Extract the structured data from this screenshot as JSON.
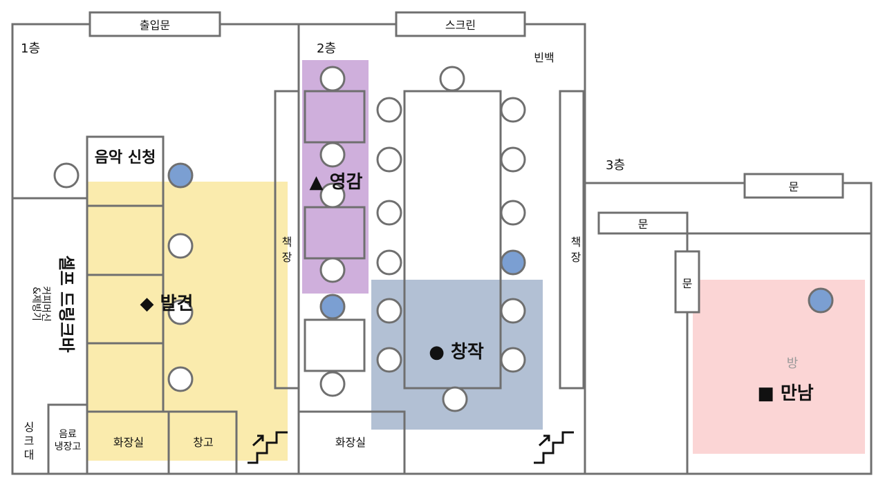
{
  "floors": {
    "floor1": "1층",
    "floor2": "2층",
    "floor3": "3층"
  },
  "labels": {
    "entrance": "출입문",
    "screen": "스크린",
    "blank": "빈백",
    "music_request": "음악 신청",
    "self_drink_bar": "셀프 드링크바",
    "coffee_ice": "커피머신",
    "ice_maker": "&제빙기",
    "sink_1": "싱",
    "sink_2": "크",
    "sink_3": "대",
    "fridge_1": "음료",
    "fridge_2": "냉장고",
    "restroom_1": "화장실",
    "storage": "창고",
    "bookshelf_1a": "책",
    "bookshelf_1b": "장",
    "restroom_2": "화장실",
    "bookshelf_2a": "책",
    "bookshelf_2b": "장",
    "door_a": "문",
    "door_b": "문",
    "door_c": "문",
    "room": "방"
  },
  "zones": {
    "discovery": "◆ 발견",
    "inspiration": "▲ 영감",
    "creation": "● 창작",
    "meeting": "■ 만남"
  },
  "colors": {
    "discovery_zone": "#f9e79f",
    "inspiration_zone": "#c39bd3",
    "creation_zone": "#aab9cf",
    "meeting_zone": "#fbd3d3",
    "occupied_seat": "#7b9fd2",
    "wall": "#6f6f6f"
  },
  "icons": {
    "stairs": "stairs-icon"
  }
}
